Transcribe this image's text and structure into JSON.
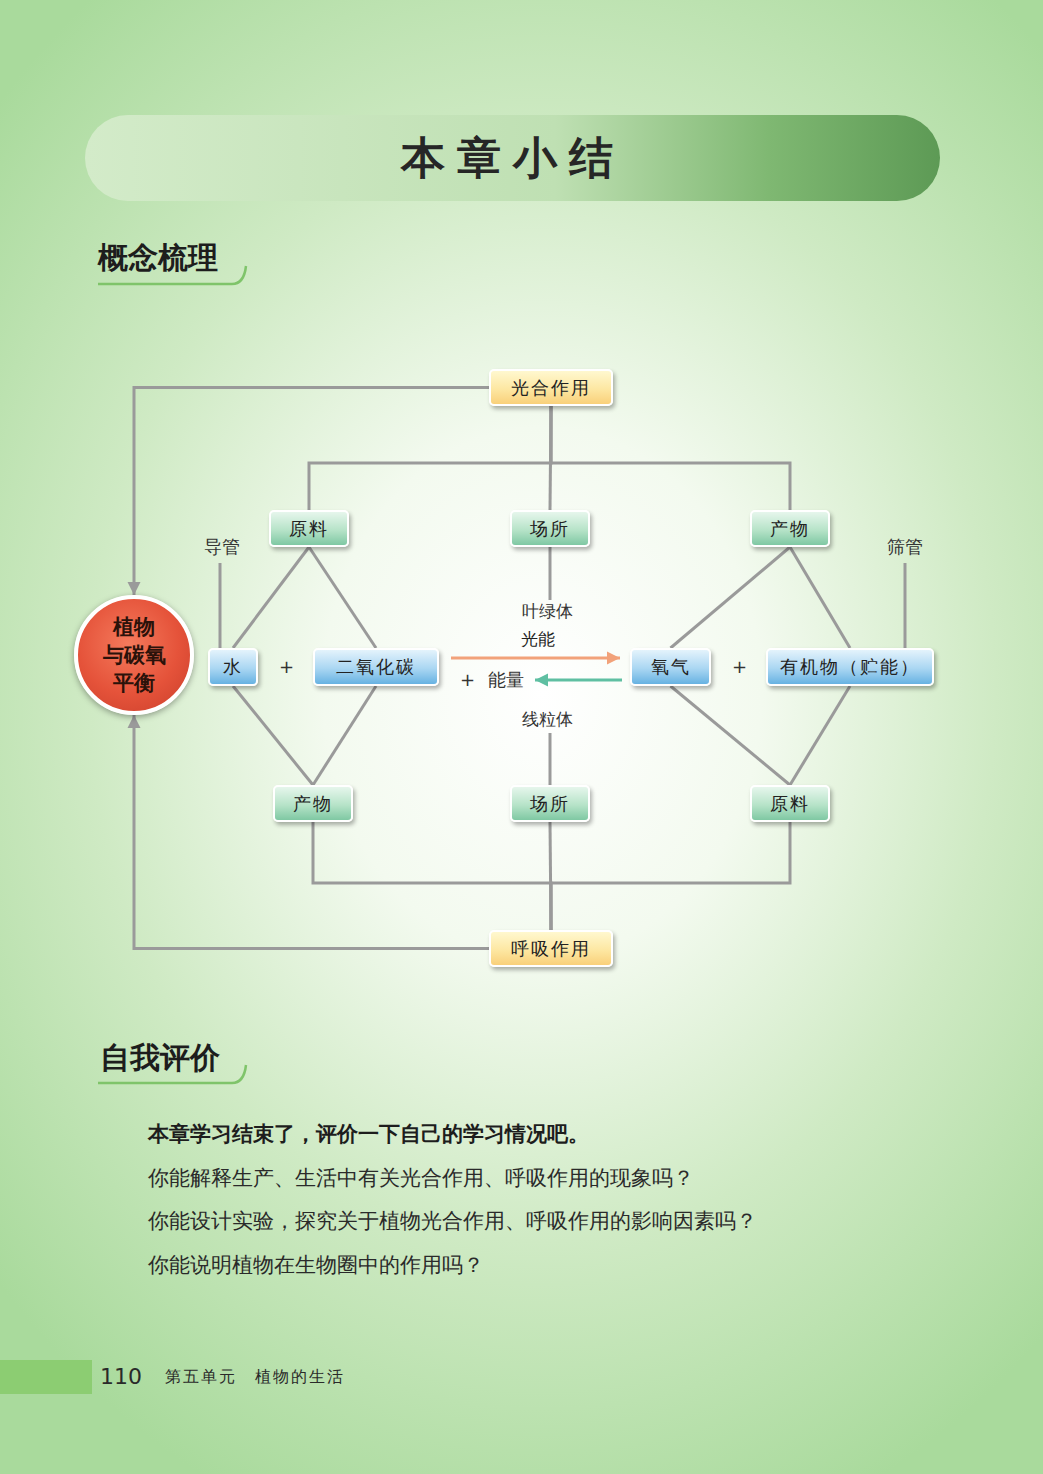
{
  "diagram": {
    "title": "本章小结",
    "nodes": [
      {
        "text": [
          "光合作用"
        ]
      },
      {
        "text": [
          "原料"
        ]
      },
      {
        "text": [
          "场所"
        ]
      },
      {
        "text": [
          "产物"
        ]
      },
      {
        "text": [
          "植物 与碳氧 平衡"
        ]
      },
      {
        "text": [
          "水"
        ]
      },
      {
        "text": [
          "二氧化碳"
        ]
      },
      {
        "text": [
          "氧气"
        ]
      },
      {
        "text": [
          "有机物（贮能）"
        ]
      },
      {
        "text": [
          "产物"
        ]
      },
      {
        "text": [
          "场所"
        ]
      },
      {
        "text": [
          "原料"
        ]
      },
      {
        "text": [
          "呼吸作用"
        ]
      }
    ],
    "edges": [
      {
        "from": 0,
        "to": 1,
        "arrow": "none"
      },
      {
        "from": 0,
        "to": 2,
        "arrow": "none"
      },
      {
        "from": 0,
        "to": 3,
        "arrow": "none"
      },
      {
        "from": 0,
        "to": 4,
        "arrow": "to"
      },
      {
        "from": 1,
        "to": 5,
        "arrow": "none"
      },
      {
        "from": 1,
        "to": 6,
        "arrow": "none"
      },
      {
        "from": 3,
        "to": 7,
        "arrow": "none"
      },
      {
        "from": 3,
        "to": 8,
        "arrow": "none"
      },
      {
        "from": 6,
        "to": 7,
        "label": "光能",
        "arrow": "to"
      },
      {
        "from": 7,
        "to": 6,
        "arrow": "to"
      },
      {
        "from": 9,
        "to": 5,
        "arrow": "none"
      },
      {
        "from": 9,
        "to": 6,
        "arrow": "none"
      },
      {
        "from": 11,
        "to": 7,
        "arrow": "none"
      },
      {
        "from": 11,
        "to": 8,
        "arrow": "none"
      },
      {
        "from": 12,
        "to": 9,
        "arrow": "none"
      },
      {
        "from": 12,
        "to": 10,
        "arrow": "none"
      },
      {
        "from": 12,
        "to": 11,
        "arrow": "none"
      },
      {
        "from": 12,
        "to": 4,
        "arrow": "to"
      }
    ],
    "labels": [
      "概念梳理",
      "导管",
      "筛管",
      "叶绿体",
      "+",
      "+",
      "+",
      "能量",
      "线粒体",
      "自我评价",
      "本章学习结束了，评价一下自己的学习情况吧。",
      "你能解释生产、生活中有关光合作用、呼吸作用的现象吗？",
      "你能设计实验，探究关于植物光合作用、呼吸作用的影响因素吗？",
      "你能说明植物在生物圈中的作用吗？",
      "110",
      "第五单元　植物的生活"
    ]
  }
}
